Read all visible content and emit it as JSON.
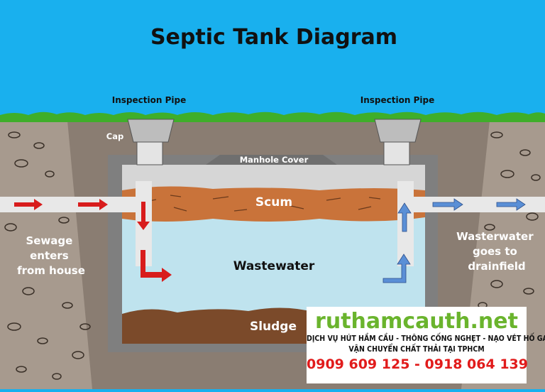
{
  "title": "Septic Tank Diagram",
  "labels": {
    "inspection_pipe_left": "Inspection Pipe",
    "inspection_pipe_right": "Inspection Pipe",
    "cap": "Cap",
    "manhole_cover": "Manhole Cover",
    "scum": "Scum",
    "wastewater": "Wastewater",
    "sludge": "Sludge",
    "sewage_in": [
      "Sewage",
      "enters",
      "from house"
    ],
    "water_out": [
      "Wasterwater",
      "goes to",
      "drainfield"
    ]
  },
  "promo": {
    "site": "ruthamcauth.net",
    "line1": "DỊCH VỤ HÚT HẦM CẦU - THÔNG CỐNG NGHẸT - NẠO VÉT HỐ GA",
    "line2": "VẬN CHUYỂN CHẤT THẢI TẠI TPHCM",
    "phone": "0909 609 125 - 0918 064 139"
  },
  "colors": {
    "sky": "#19b0ee",
    "soil": "#a79a8e",
    "dark_soil": "#8a7d72",
    "tank": "#8c8c8c",
    "scum": "#c9733a",
    "wastewater": "#bfe3ee",
    "sludge": "#7b4a2a",
    "grass": "#3fae2a",
    "inflow_arrow": "#d81c1c",
    "outflow_arrow": "#5a8fd6"
  }
}
